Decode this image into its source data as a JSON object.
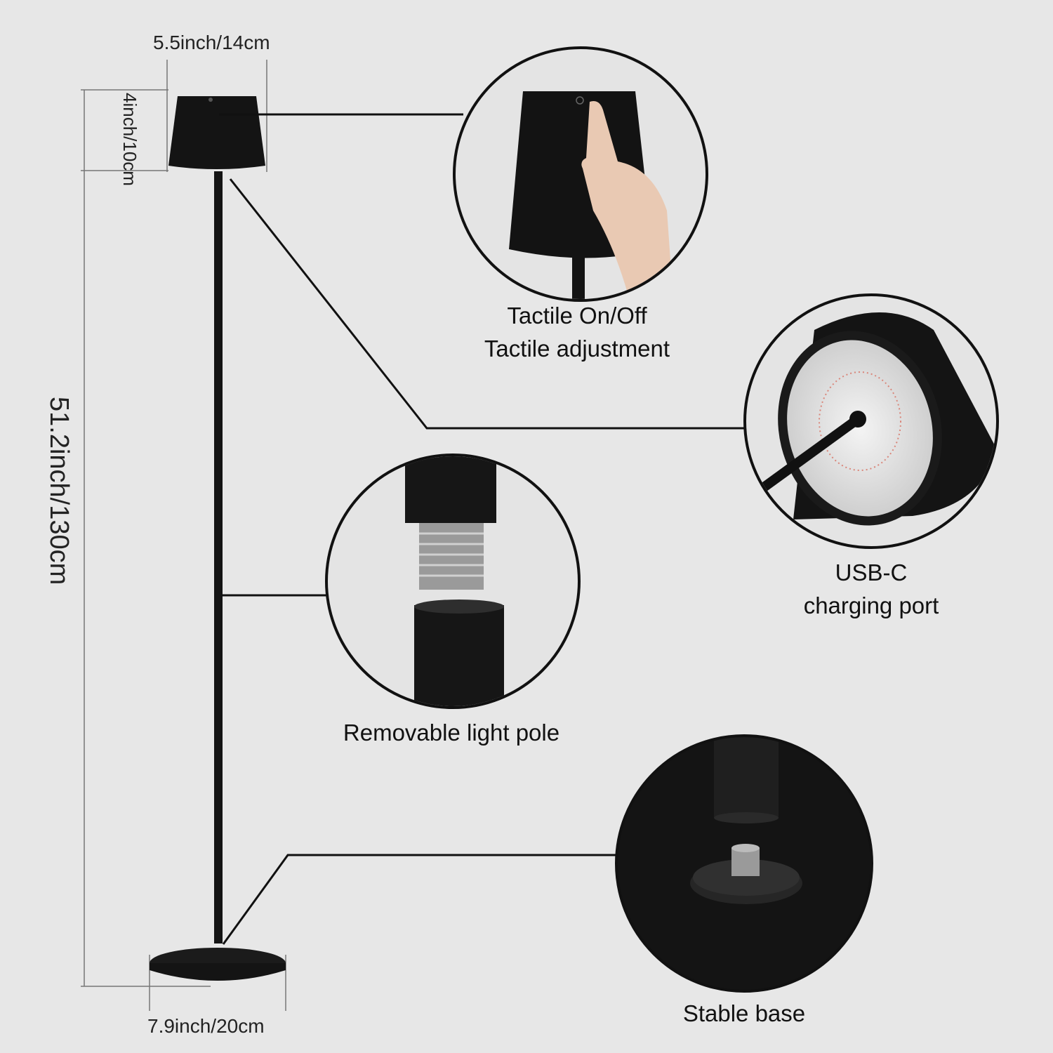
{
  "dimensions": {
    "head_width": "5.5inch/14cm",
    "head_height": "4inch/10cm",
    "total_height": "51.2inch/130cm",
    "base_width": "7.9inch/20cm"
  },
  "callouts": [
    {
      "line1": "Tactile On/Off",
      "line2": "Tactile adjustment"
    },
    {
      "line1": "USB-C",
      "line2": "charging port"
    },
    {
      "line1": "Removable light pole"
    },
    {
      "line1": "Stable base"
    }
  ],
  "colors": {
    "background": "#e7e7e7",
    "lamp": "#111111",
    "line": "#111111",
    "dim_line": "#777777"
  }
}
